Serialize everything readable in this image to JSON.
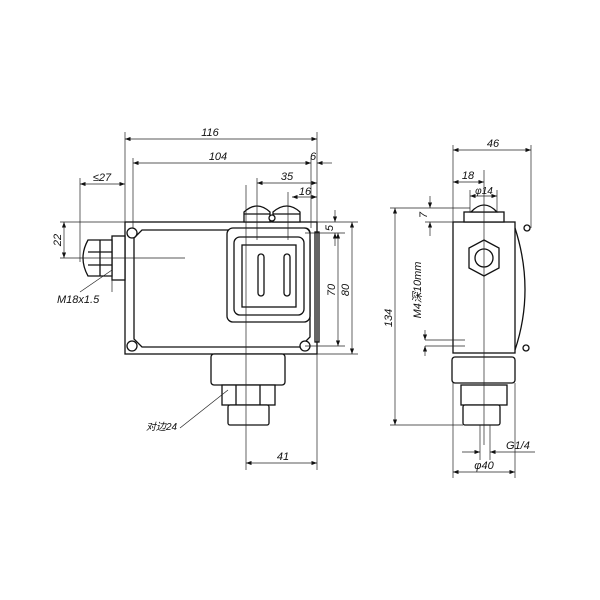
{
  "drawing": {
    "front_view": {
      "dims": {
        "overall_width": "116",
        "hole_spacing": "104",
        "edge_offset": "6",
        "knob_offset": "35",
        "knob2_offset": "16",
        "gland_length": "≤27",
        "gland_height": "22",
        "top_offset": "5",
        "hole_vertical": "70",
        "height": "80",
        "port_offset": "41"
      },
      "labels": {
        "thread": "M18x1.5",
        "across_flats": "对边24"
      }
    },
    "side_view": {
      "dims": {
        "depth": "46",
        "knob_offset": "18",
        "knob_dia": "φ14",
        "cap_height": "7",
        "overall_height": "134",
        "port_dia": "φ40"
      },
      "labels": {
        "mount_thread": "M4深10mm",
        "port_thread": "G1/4"
      }
    }
  }
}
